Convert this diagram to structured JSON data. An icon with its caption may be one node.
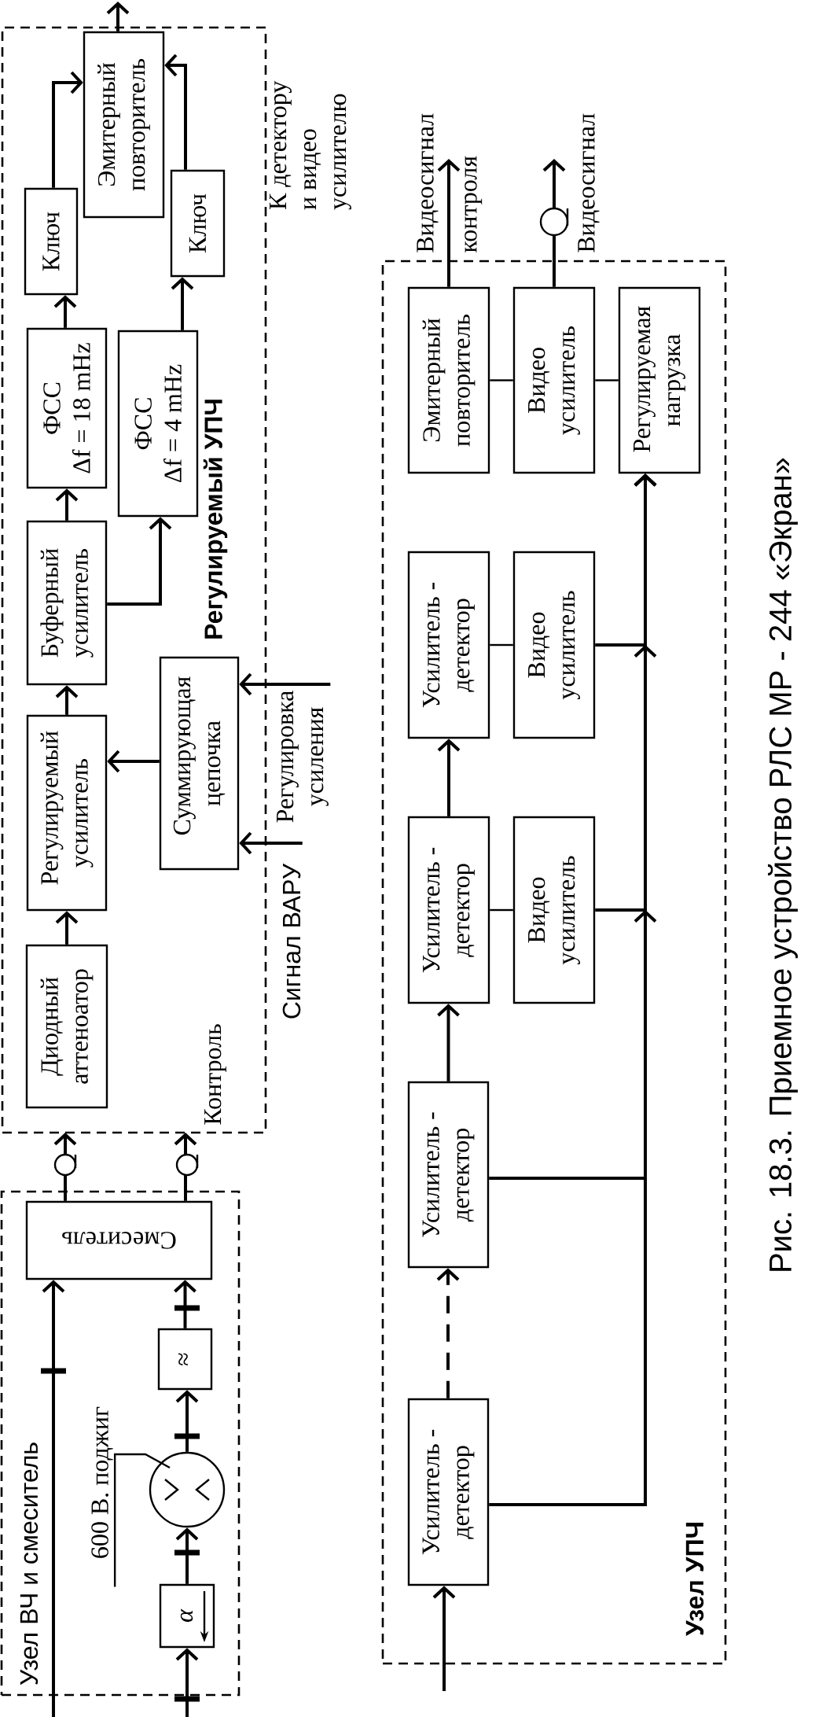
{
  "diagram": {
    "caption": "Рис. 18.3. Приемное устройство РЛС МР - 244 «Экран»",
    "nodes": [
      {
        "text": [
          "Узел ВЧ и смеситель"
        ]
      },
      {
        "text": [
          "α"
        ],
        "in": 0
      },
      {
        "text": [],
        "shape": "circle",
        "in": 0
      },
      {
        "text": [
          "≈"
        ],
        "in": 0
      },
      {
        "text": [
          "Смеситель"
        ],
        "in": 0
      },
      {
        "text": [
          "600 В. поджиг"
        ],
        "in": 0
      },
      {
        "text": [
          "Регулируемый УПЧ"
        ]
      },
      {
        "text": [
          "Диодный аттеноатор"
        ],
        "in": 6
      },
      {
        "text": [
          "Регулируемый усилитель"
        ],
        "in": 6
      },
      {
        "text": [
          "Суммирующая цепочка"
        ],
        "in": 6
      },
      {
        "text": [
          "Буферный усилитель"
        ],
        "in": 6
      },
      {
        "text": [
          "ФСС",
          "Δf = 18 mHz"
        ],
        "in": 6
      },
      {
        "text": [
          "ФСС",
          "Δf = 4 mHz"
        ],
        "in": 6
      },
      {
        "text": [
          "Ключ"
        ],
        "in": 6
      },
      {
        "text": [
          "Ключ"
        ],
        "in": 6
      },
      {
        "text": [
          "Эмитерный повторитель"
        ],
        "in": 6
      },
      {
        "text": [
          "Узел УПЧ"
        ]
      },
      {
        "text": [
          "Усилитель - детектор"
        ],
        "in": 16
      },
      {
        "text": [
          "Усилитель - детектор"
        ],
        "in": 16
      },
      {
        "text": [
          "Усилитель - детектор"
        ],
        "in": 16
      },
      {
        "text": [
          "Видео усилитель"
        ],
        "in": 16
      },
      {
        "text": [
          "Усилитель - детектор"
        ],
        "in": 16
      },
      {
        "text": [
          "Видео усилитель"
        ],
        "in": 16
      },
      {
        "text": [
          "Эмитерный повторитель"
        ],
        "in": 16
      },
      {
        "text": [
          "Видео усилитель"
        ],
        "in": 16
      },
      {
        "text": [
          "Регулируемая нагрузка"
        ],
        "in": 16
      },
      {
        "text": [
          "Регулировка усиления"
        ]
      },
      {
        "text": [
          "Видеосигнал контроля"
        ]
      },
      {
        "text": [
          "Видеосигнал"
        ]
      },
      {
        "text": [
          "Сигнал ВАРУ"
        ]
      }
    ],
    "edges": [
      {
        "from": null,
        "to": 1,
        "arrow": "to"
      },
      {
        "from": 1,
        "to": 2,
        "arrow": "to"
      },
      {
        "from": 2,
        "to": 3,
        "arrow": "to"
      },
      {
        "from": 3,
        "to": 4,
        "arrow": "to"
      },
      {
        "from": null,
        "to": 4,
        "arrow": "to"
      },
      {
        "from": 5,
        "to": 2,
        "arrow": "none"
      },
      {
        "from": 4,
        "to": 6,
        "arrow": "to"
      },
      {
        "from": 4,
        "to": 6,
        "arrow": "to"
      },
      {
        "from": 7,
        "to": 8,
        "arrow": "to"
      },
      {
        "from": 8,
        "to": 10,
        "arrow": "to"
      },
      {
        "from": 9,
        "to": 8,
        "arrow": "to"
      },
      {
        "from": 26,
        "to": 9,
        "arrow": "to"
      },
      {
        "from": 29,
        "to": 9,
        "arrow": "to"
      },
      {
        "from": 10,
        "to": 11,
        "arrow": "to"
      },
      {
        "from": 10,
        "to": 12,
        "arrow": "to"
      },
      {
        "from": 11,
        "to": 13,
        "arrow": "to"
      },
      {
        "from": 12,
        "to": 14,
        "arrow": "to"
      },
      {
        "from": 13,
        "to": 15,
        "arrow": "to"
      },
      {
        "from": 14,
        "to": 15,
        "arrow": "to"
      },
      {
        "from": 15,
        "to": null,
        "arrow": "to"
      },
      {
        "from": null,
        "to": 17,
        "arrow": "to"
      },
      {
        "from": 17,
        "to": 18,
        "arrow": "to",
        "style": "dashed"
      },
      {
        "from": 18,
        "to": 19,
        "arrow": "to"
      },
      {
        "from": 19,
        "to": 21,
        "arrow": "to"
      },
      {
        "from": 19,
        "to": 20,
        "arrow": "none"
      },
      {
        "from": 21,
        "to": 22,
        "arrow": "none"
      },
      {
        "from": 20,
        "to": 25,
        "arrow": "to"
      },
      {
        "from": 22,
        "to": 25,
        "arrow": "to"
      },
      {
        "from": 18,
        "to": 25,
        "arrow": "to"
      },
      {
        "from": 17,
        "to": 25,
        "arrow": "to"
      },
      {
        "from": 23,
        "to": 24,
        "arrow": "none"
      },
      {
        "from": 24,
        "to": 25,
        "arrow": "none"
      },
      {
        "from": 23,
        "to": 27,
        "arrow": "to"
      },
      {
        "from": 24,
        "to": 28,
        "arrow": "to"
      }
    ],
    "labels": [
      "К детектору и видео усилителю",
      "Контроль"
    ]
  }
}
